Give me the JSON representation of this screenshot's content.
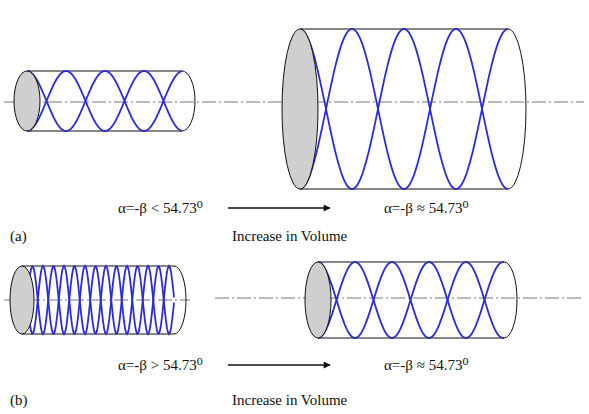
{
  "diagram": {
    "labels": [
      "α=-β < 54.73⁰",
      "α=-β ≈ 54.73⁰",
      "(a)",
      "Increase in Volume",
      "α=-β > 54.73⁰",
      "α=-β ≈ 54.73⁰",
      "(b)",
      "Increase in Volume"
    ]
  }
}
